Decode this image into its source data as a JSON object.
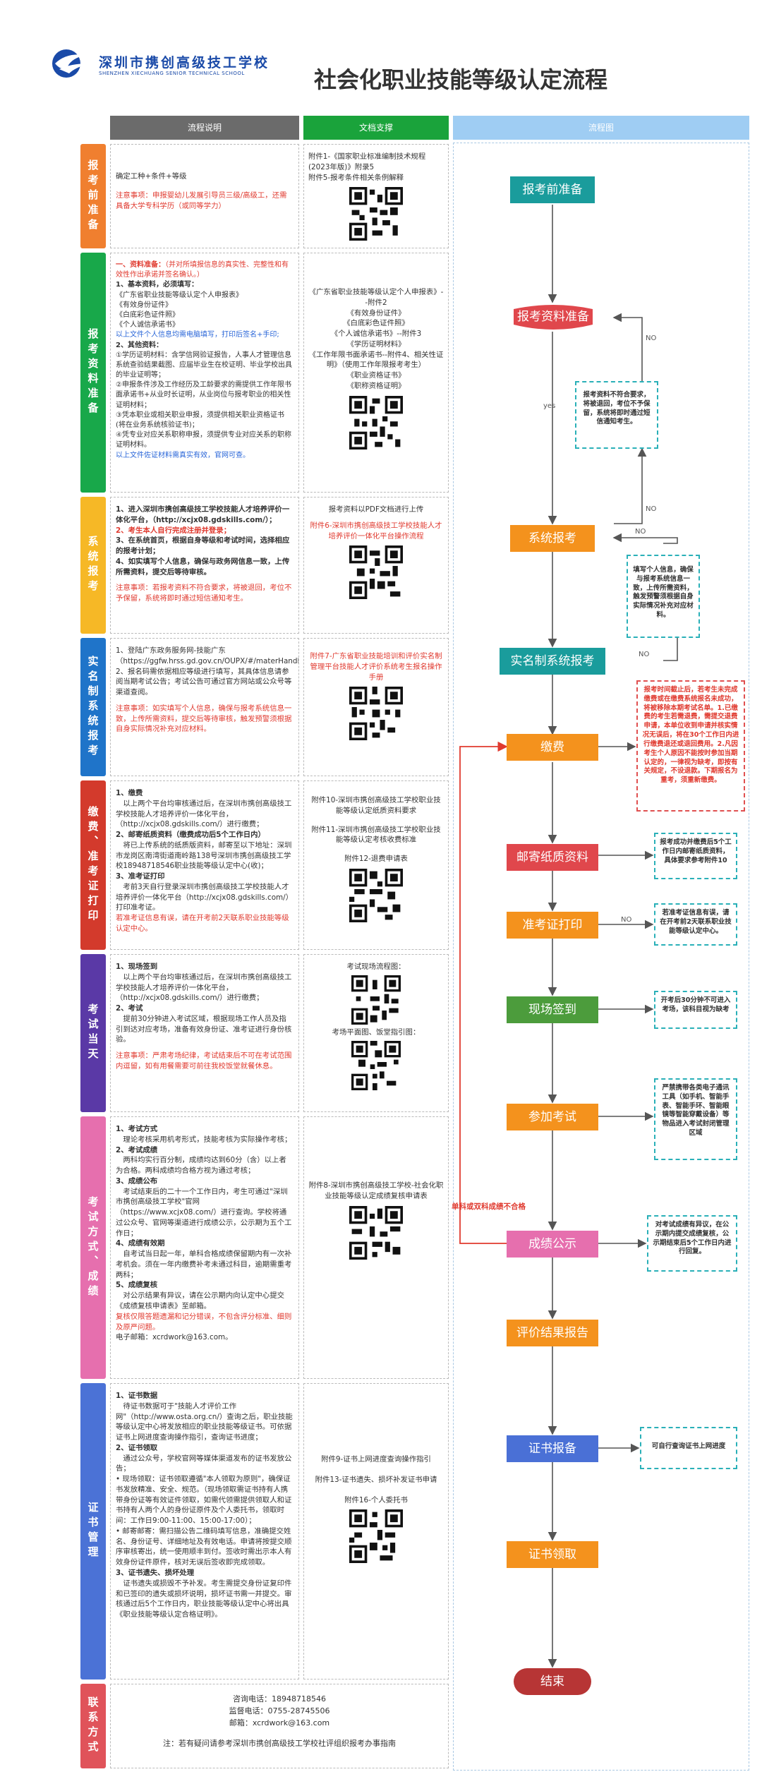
{
  "header": {
    "school_cn": "深圳市携创高级技工学校",
    "school_en": "SHENZHEN XIECHUANG SENIOR TECHNICAL SCHOOL",
    "title": "社会化职业技能等级认定流程"
  },
  "columns": {
    "desc": "流程说明",
    "docs": "文档支撑",
    "flow": "流程图"
  },
  "stages": {
    "s1": {
      "label": "报考前准备",
      "desc": [
        "确定工种+条件+等级"
      ],
      "desc_note": "注意事项：申报婴幼儿发展引导员三级/高级工，还需具备大学专科学历（或同等学力）",
      "docs": [
        "附件1-《国家职业标准编制技术规程(2023年版)》附录5",
        "附件5-报考条件相关条例解释"
      ]
    },
    "s2": {
      "label": "报考资料准备",
      "desc_head": "一、资料准备：",
      "desc_head_note": "（并对所填报信息的真实性、完整性和有效性作出承诺并签名确认。）",
      "desc_basic": "1、基本资料，必须填写：",
      "desc_basic_items": [
        "《广东省职业技能等级认定个人申报表》",
        "《有效身份证件》",
        "《白底彩色证件照》",
        "《个人诚信承诺书》"
      ],
      "desc_blue1": "以上文件个人信息均需电脑填写，打印后签名+手印;",
      "desc_other": "2、其他资料：",
      "desc_other_items": [
        "①学历证明材料：含学信网验证报告，人事人才管理信息系统查验结果截图、应届毕业生在校证明、毕业学校出具的毕业证明等；",
        "②申报条件涉及工作经历及工龄要求的需提供工作年限书面承诺书+从业时长证明，从业岗位与报考职业的相关性证明材料；",
        "③凭本职业或相关职业申报，须提供相关职业资格证书(将在业务系统核验证书)；",
        "④凭专业对应关系职称申报，须提供专业对应关系的职称证明材料。"
      ],
      "desc_blue2": "以上文件佐证材料需真实有效，官网可查。",
      "docs": [
        "《广东省职业技能等级认定个人申报表》--附件2",
        "《有效身份证件》",
        "《白底彩色证件照》",
        "《个人诚信承诺书》--附件3",
        "《学历证明材料》",
        "《工作年限书面承诺书--附件4、相关性证明》（使用工作年限报考考生）",
        "《职业资格证书》",
        "《职称资格证明》"
      ]
    },
    "s3": {
      "label": "系统报考",
      "desc_items": [
        "1、进入深圳市携创高级技工学校技能人才培养评价一体化平台，（http://xcjx08.gdskills.com/）；",
        "2、考生本人自行完成注册并登录；",
        "3、在系统首页，根据自身等级和考试时间，选择相应的报考计划；",
        "4、如实填写个人信息，确保与政务网信息一致，上传所需资料，提交后等待审核。"
      ],
      "desc_note": "注意事项：若报考资料不符合要求，将被退回，考位不予保留，系统将即时通过短信通知考生。",
      "docs_top": "报考资料以PDF文档进行上传",
      "docs_red": "附件6-深圳市携创高级技工学校技能人才培养评价一体化平台操作流程"
    },
    "s4": {
      "label": "实名制系统报考",
      "desc_items": [
        "1、登陆广东政务服务网-技能广东（https://ggfw.hrss.gd.gov.cn/OUPX/#/materHandling）；",
        "2、报名码需依据相应等级进行填写，其具体信息请参阅当期考试公告；考试公告可通过官方网站或公众号等渠道查阅。"
      ],
      "desc_note": "注意事项：如实填写个人信息，确保与报考系统信息一致，上传所需资料，提交后等待审核，触发预警须根据自身实际情况补充对应材料。",
      "docs_red": "附件7-广东省职业技能培训和评价实名制管理平台技能人才评价系统考生报名操作手册"
    },
    "s5": {
      "label": "缴费、准考证打印",
      "desc_items": [
        "1、缴费",
        "以上两个平台均审核通过后，在深圳市携创高级技工学校技能人才培养评价一体化平台，（http://xcjx08.gdskills.com/）进行缴费；",
        "2、邮寄纸质资料（缴费成功后5个工作日内）",
        "将已上传系统的纸质版资料，邮寄至以下地址：深圳市龙岗区南湾街道南岭路138号深圳市携创高级技工学校18948718546职业技能等级认定中心(收)；",
        "3、准考证打印",
        "考前3天自行登录深圳市携创高级技工学校技能人才培养评价一体化平台（http://xcjx08.gdskills.com/）打印准考证。"
      ],
      "desc_note": "若准考证信息有误，请在开考前2天联系职业技能等级认定中心。",
      "docs": [
        "附件10-深圳市携创高级技工学校职业技能等级认定纸质资料要求",
        "附件11-深圳市携创高级技工学校职业技能等级认定考核收费标准",
        "附件12-退费申请表"
      ]
    },
    "s6": {
      "label": "考试当天",
      "desc_items": [
        "1、现场签到",
        "以上两个平台均审核通过后，在深圳市携创高级技工学校技能人才培养评价一体化平台，（http://xcjx08.gdskills.com/）进行缴费；",
        "2、考试",
        "提前30分钟进入考试区域，根据现场工作人员及指引到达对应考场，准备有效身份证、准考证进行身份核验。"
      ],
      "desc_note": "注意事项：严肃考场纪律，考试结束后不可在考试范围内逗留，如有用餐需要可前往我校饭堂就餐休息。",
      "docs": [
        "考试现场流程图：",
        "考场平面图、饭堂指引图："
      ]
    },
    "s7": {
      "label": "考试方式、成绩",
      "desc_items": [
        "1、考试方式",
        "理论考核采用机考形式，技能考核为实际操作考核；",
        "2、考试成绩",
        "两科均实行百分制，成绩均达到60分（含）以上者为合格。两科成绩均合格方视为通过考核；",
        "3、成绩公布",
        "考试结束后的二十一个工作日内，考生可通过\"深圳市携创高级技工学校\"官网（https://www.xcjx08.com/）进行查询。学校将通过公众号、官网等渠道进行成绩公示，公示期为五个工作日；",
        "4、成绩有效期",
        "自考试当日起一年，单科合格成绩保留期内有一次补考机会。须在一年内缴费补考未通过科目，逾期需重考两科；",
        "5、成绩复核",
        "对公示结果有异议，请在公示期内向认定中心提交《成绩复核申请表》至邮箱。"
      ],
      "desc_note": "复核仅限答题遗漏和记分错误，不包含评分标准、细则及原严问题。",
      "desc_email": "电子邮箱：xcrdwork@163.com。",
      "docs": [
        "附件8-深圳市携创高级技工学校-社会化职业技能等级认定成绩复核申请表"
      ]
    },
    "s8": {
      "label": "证书管理",
      "desc_items": [
        "1、证书数据",
        "待证书数据可于\"技能人才评价工作网\"（http://www.osta.org.cn/）查询之后，职业技能等级认定中心将发放相应的职业技能等级证书。可依据证书上网进度查询操作指引，查询证书进度；",
        "2、证书领取",
        "通过公众号，学校官网等媒体渠道发布的证书发放公告；",
        "• 现场领取：证书领取遵循\"本人领取为原则\"，确保证书发放精准、安全、规范。（现场领取需证书持有人携带身份证等有效证件领取，如需代领需提供领取人和证书持有人两个人的身份证原件及个人委托书，领取时间：工作日9:00-11:00、15:00-17:00）；",
        "• 邮寄邮寄：需扫描公告二维码填写信息，准确提交姓名、身份证号、详细地址及有效电话。申请将按提交顺序审核寄出，统一使用顺丰到付。签收时需出示本人有效身份证件原件，核对无误后签收即完成领取。",
        "3、证书遗失、损坏处理",
        "证书遗失或损毁不予补发。考生需提交身份证复印件和已签印的遗失或损坏说明，损坏证书需一并提交。审核通过后5个工作日内，职业技能等级认定中心将出具《职业技能等级认定合格证明》。"
      ],
      "docs": [
        "附件9-证书上网进度查询操作指引",
        "附件13-证书遗失、损坏补发证书申请",
        "附件16-个人委托书"
      ]
    },
    "s9": {
      "label": "联系方式",
      "phone": "咨询电话：18948718546",
      "supervise": "监督电话：0755-28745506",
      "email": "邮箱：xcrdwork@163.com",
      "footnote": "注：若有疑问请参考深圳市携创高级技工学校社评组织报考办事指南"
    }
  },
  "flow": {
    "nodes": {
      "prep": "报考前准备",
      "materials": "报考资料准备",
      "system": "系统报考",
      "realname": "实名制系统报考",
      "pay": "缴费",
      "mail": "邮寄纸质资料",
      "ticket": "准考证打印",
      "checkin": "现场签到",
      "exam": "参加考试",
      "publish": "成绩公示",
      "report": "评价结果报告",
      "cert_report": "证书报备",
      "cert_get": "证书领取",
      "end": "结束"
    },
    "labels": {
      "yes": "yes",
      "no": "NO",
      "fail": "单科或双科成绩不合格"
    },
    "notes": {
      "n1": "报考资料不符合要求，将被退回，考位不予保留，系统将即时通过短信通知考生。",
      "n2": "填写个人信息，确保与报考系统信息一致，上传所需资料，触发预警须根据自身实际情况补充对应材料。",
      "n3": "报考时间截止后，若考生未完成缴费或在缴费系统报名未成功，将被移除本期考试名单。1.已缴费的考生若需退费，需提交退费申请，本单位收到申请并核实情况无误后，将在30个工作日内进行缴费退还或退回费用。2.凡因考生个人原因不能按时参加当期认定的，一律视为缺考，即按有关规定，不设退款。下期报名为重考，须重新缴费。",
      "n4": "报考成功并缴费后5个工作日内邮寄纸质资料，具体要求参考附件10",
      "n5": "若准考证信息有误，请在开考前2天联系职业技能等级认定中心。",
      "n6": "开考后30分钟不可进入考场，该科目视为缺考",
      "n7": "严禁携带各类电子通讯工具（如手机、智能手表、智能手环、智能眼镜等智能穿戴设备）等物品进入考试封闭管理区域",
      "n8": "对考试成绩有异议，在公示期内提交成绩复核，公示期结束后5个工作日内进行回复。",
      "n9": "可自行查询证书上网进度"
    }
  },
  "colors": {
    "s1": "#f07f2f",
    "s2": "#18a84a",
    "s3": "#f6b826",
    "s4": "#1f74c9",
    "s5": "#d33a2c",
    "s6": "#5a39a6",
    "s7": "#e66fae",
    "s8": "#4b72d6",
    "s9": "#e0535a",
    "teal": "#1a9c9c",
    "orange": "#f4921d",
    "red": "#e0474c",
    "green": "#4c9c3c",
    "blue": "#4a70d6",
    "pink": "#e66fae",
    "darkred": "#b73535"
  }
}
